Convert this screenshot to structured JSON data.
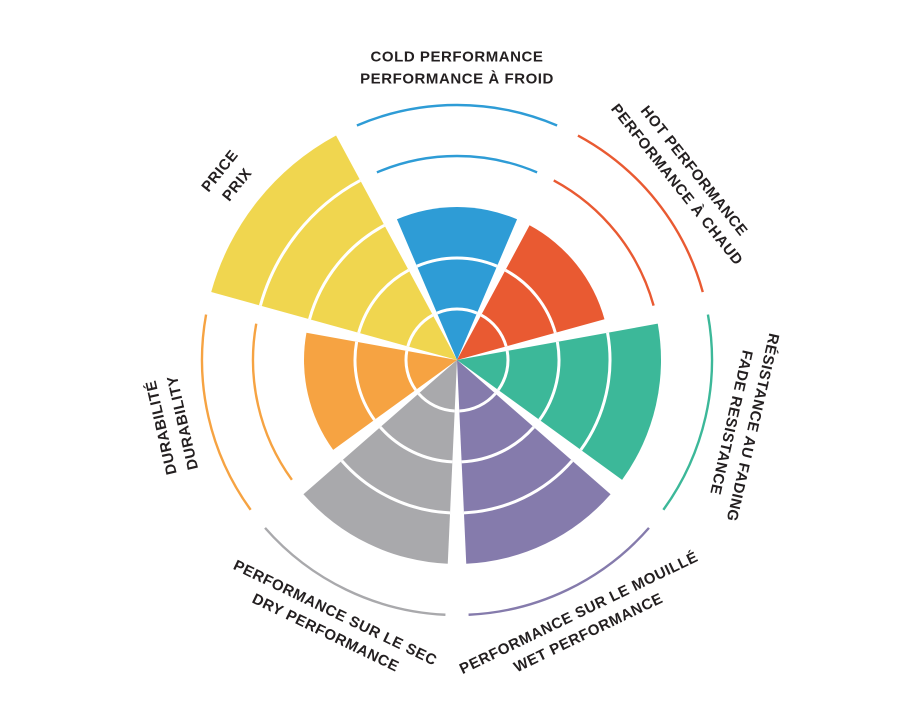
{
  "chart_data": {
    "type": "pie",
    "subtype": "polar-sector-rating-wheel",
    "title": "",
    "levels": 5,
    "value_scale": [
      0,
      5
    ],
    "grid": "concentric-rings",
    "legend_position": "around-circle",
    "background_color": "#ffffff",
    "label_color": "#231f20",
    "divider_color": "#ffffff",
    "categories": [
      {
        "id": "cold-performance",
        "lines": [
          "COLD PERFORMANCE",
          "PERFORMANCE À FROID"
        ],
        "value": 3,
        "color": "#2e9cd6"
      },
      {
        "id": "hot-performance",
        "lines": [
          "HOT PERFORMANCE",
          "PERFORMANCE À CHAUD"
        ],
        "value": 3,
        "color": "#e95a32"
      },
      {
        "id": "fade-resistance",
        "lines": [
          "RÉSISTANCE AU FADING",
          "FADE RESISTANCE"
        ],
        "value": 4,
        "color": "#3cb899"
      },
      {
        "id": "wet-performance",
        "lines": [
          "PERFORMANCE SUR LE MOUILLÉ",
          "WET PERFORMANCE"
        ],
        "value": 4,
        "color": "#857bac"
      },
      {
        "id": "dry-performance",
        "lines": [
          "PERFORMANCE SUR LE SEC",
          "DRY PERFORMANCE"
        ],
        "value": 4,
        "color": "#a9a9ac"
      },
      {
        "id": "durability",
        "lines": [
          "DURABILITÉ",
          "DURABILITY"
        ],
        "value": 3,
        "color": "#f6a342"
      },
      {
        "id": "price",
        "lines": [
          "PRICE",
          "PRIX"
        ],
        "value": 5,
        "color": "#f0d64f"
      }
    ]
  }
}
